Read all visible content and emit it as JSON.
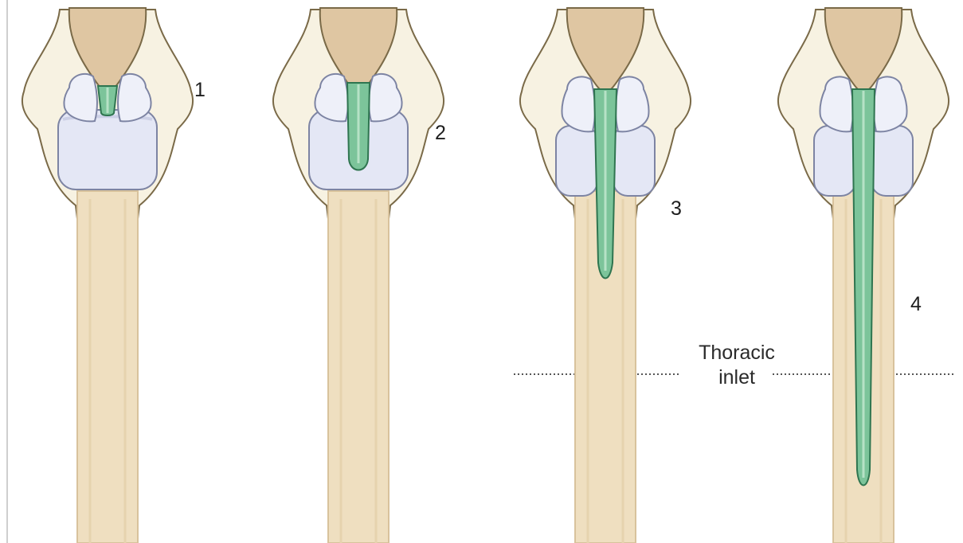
{
  "diagram": {
    "stages": [
      {
        "label": "1"
      },
      {
        "label": "2"
      },
      {
        "label": "3"
      },
      {
        "label": "4"
      }
    ],
    "landmark": {
      "line1": "Thoracic",
      "line2": "inlet"
    },
    "colors": {
      "outer_tissue": "#f7f2e2",
      "outer_stroke": "#7a6a48",
      "epiglottis": "#dfc6a2",
      "cartilage": "#e4e7f5",
      "cartilage_stroke": "#7d84a3",
      "trachea": "#efdfc0",
      "trachea_edge": "#d8c29c",
      "cleft": "#7cc49a",
      "cleft_stroke": "#2f7550"
    }
  }
}
